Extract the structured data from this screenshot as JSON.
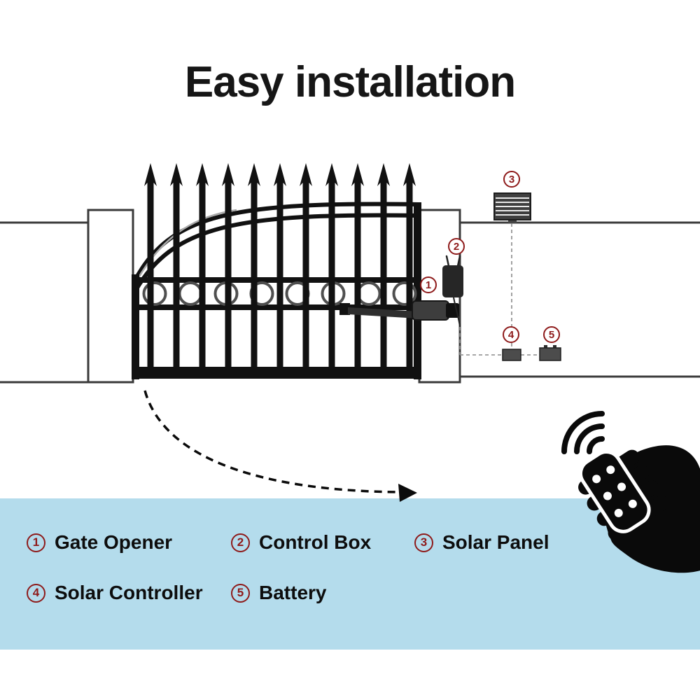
{
  "page": {
    "title": "Easy installation"
  },
  "colors": {
    "accent_red": "#8e1a1a",
    "band_blue": "#b4dcec",
    "ink": "#111111",
    "background": "#ffffff"
  },
  "diagram": {
    "markers": [
      {
        "number": "1",
        "target": "gate-opener"
      },
      {
        "number": "2",
        "target": "control-box"
      },
      {
        "number": "3",
        "target": "solar-panel"
      },
      {
        "number": "4",
        "target": "solar-controller"
      },
      {
        "number": "5",
        "target": "battery"
      }
    ]
  },
  "legend": {
    "items": [
      {
        "number": "1",
        "label": "Gate Opener"
      },
      {
        "number": "2",
        "label": "Control Box"
      },
      {
        "number": "3",
        "label": "Solar Panel"
      },
      {
        "number": "4",
        "label": "Solar Controller"
      },
      {
        "number": "5",
        "label": "Battery"
      }
    ]
  }
}
